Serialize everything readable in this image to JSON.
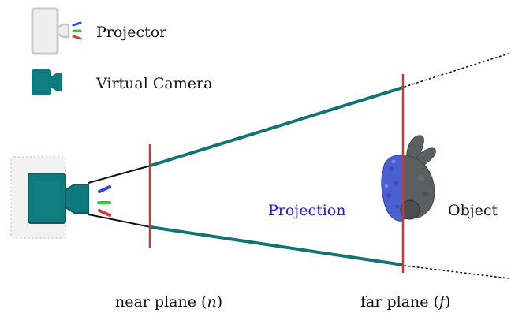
{
  "legend": {
    "projector_label": "Projector",
    "camera_label": "Virtual Camera",
    "projector_icon": "projector-icon",
    "camera_icon": "camera-icon"
  },
  "labels": {
    "projection": "Projection",
    "object": "Object",
    "near_plane": "near plane (",
    "near_symbol": "n",
    "far_plane": "far plane (",
    "far_symbol": "f",
    "close_paren": ")"
  },
  "colors": {
    "frustum": "#127377",
    "camera": "#0f7a7d",
    "camera_dark": "#0c5d60",
    "plane": "#c43a36",
    "projection_text": "#1a1adc",
    "projector_gray": "#c8c8c8",
    "light_blue": "#3344dd",
    "light_green": "#33cc33",
    "light_red": "#dd3333",
    "object_blue": "#4a5fd0",
    "object_gray": "#555a5a"
  }
}
